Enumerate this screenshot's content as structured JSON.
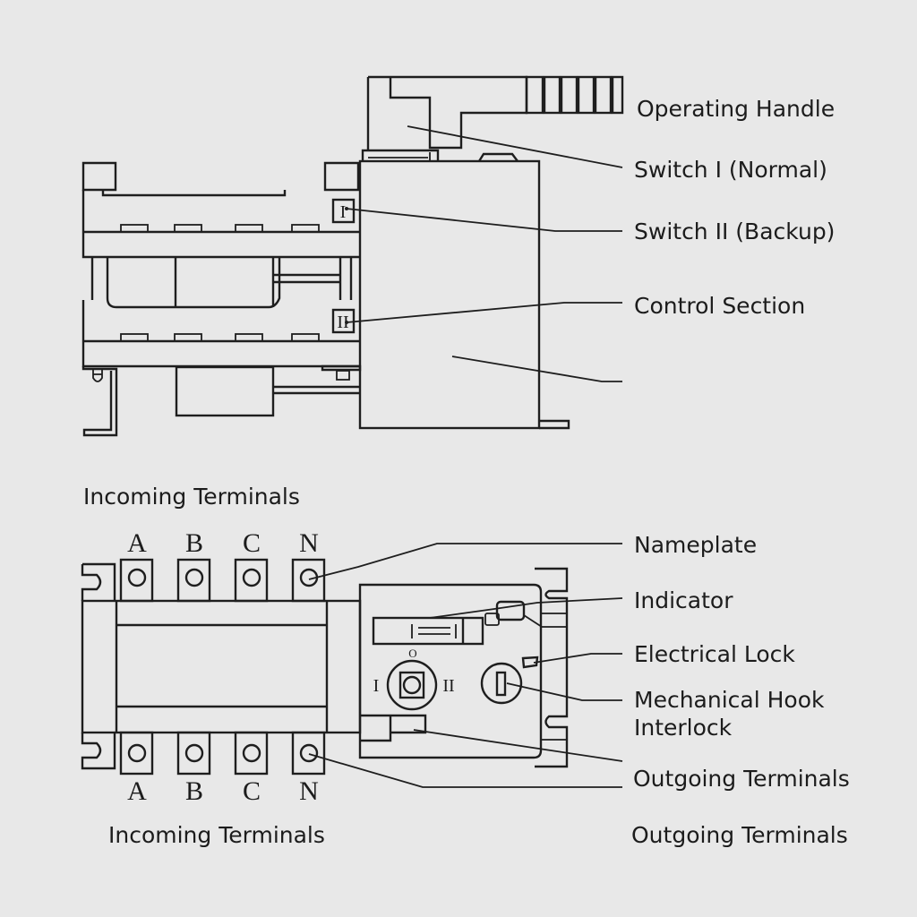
{
  "diagram": {
    "title": "Automatic Transfer Switch — side and front views",
    "side_view": {
      "labels": {
        "operating_handle": "Operating Handle",
        "switch_1": "Switch I (Normal)",
        "switch_2": "Switch II (Backup)",
        "control_section": "Control Section"
      },
      "badges": {
        "switch_1": "I",
        "switch_2": "II"
      }
    },
    "front_view": {
      "incoming_heading": "Incoming Terminals",
      "incoming_footer": "Incoming Terminals",
      "outgoing_footer": "Outgoing Terminals",
      "top_phases": [
        "A",
        "B",
        "C",
        "N"
      ],
      "bottom_phases": [
        "A",
        "B",
        "C",
        "N"
      ],
      "selector": {
        "pos_off": "O",
        "pos_1": "I",
        "pos_2": "II"
      },
      "labels": {
        "nameplate": "Nameplate",
        "indicator": "Indicator",
        "electrical_lock": "Electrical Lock",
        "mechanical_hook_line1": "Mechanical Hook",
        "mechanical_hook_line2": "Interlock",
        "outgoing_terminals": "Outgoing Terminals"
      }
    }
  },
  "colors": {
    "background": "#e8e8e8",
    "stroke": "#1e1e1e"
  }
}
